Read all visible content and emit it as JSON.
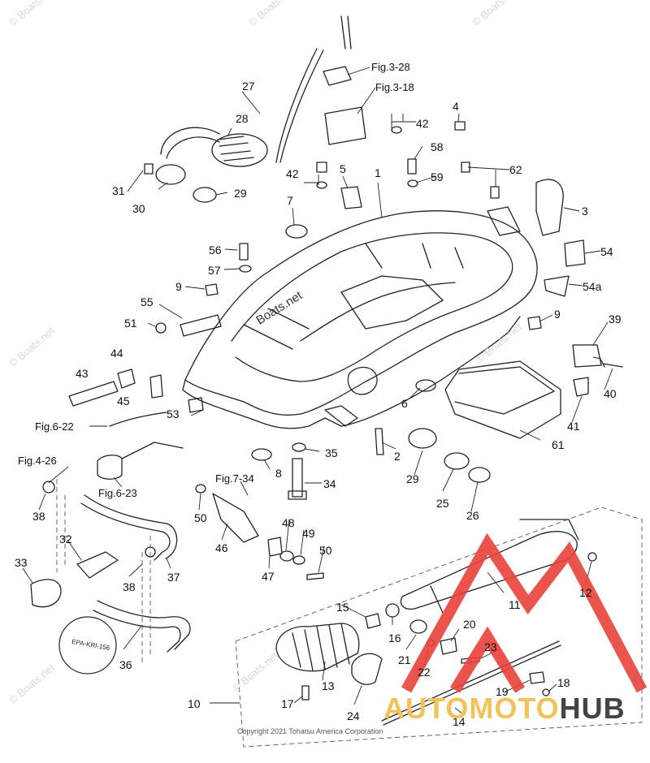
{
  "watermark": "© Boats.net",
  "center_watermark": "Boats.net",
  "copyright": "Copyright 2021 Tohatsu America Corporation",
  "logo": {
    "part1": "AUTOMOTO",
    "part2": "HUB",
    "accent": "#e8423a",
    "gold": "#f2c25b"
  },
  "epa_label": "EPA-KRI-156",
  "figure_refs": [
    "Fig.3-28",
    "Fig.3-18",
    "Fig.6-22",
    "Fig.6-23",
    "Fig.4-26",
    "Fig.7-34"
  ],
  "part_labels": [
    "1",
    "3",
    "4",
    "5",
    "6",
    "7",
    "8",
    "9",
    "9",
    "10",
    "11",
    "12",
    "13",
    "14",
    "15",
    "16",
    "17",
    "18",
    "19",
    "20",
    "21",
    "22",
    "23",
    "24",
    "25",
    "26",
    "27",
    "28",
    "29",
    "29",
    "30",
    "31",
    "32",
    "33",
    "34",
    "35",
    "36",
    "37",
    "38",
    "38",
    "39",
    "40",
    "41",
    "42",
    "42",
    "43",
    "44",
    "45",
    "46",
    "47",
    "48",
    "49",
    "50",
    "50",
    "51",
    "53",
    "54",
    "54a",
    "55",
    "56",
    "57",
    "58",
    "59",
    "61",
    "62",
    "2"
  ]
}
